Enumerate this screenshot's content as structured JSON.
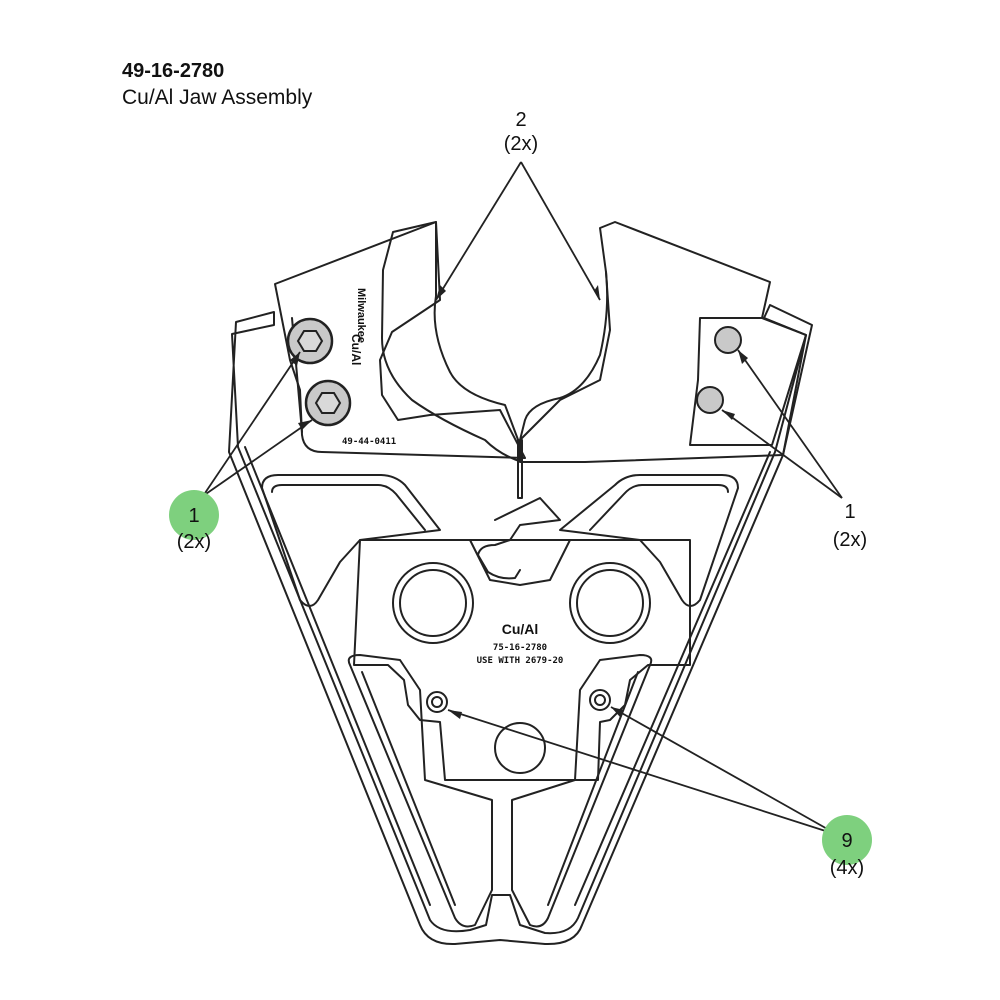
{
  "header": {
    "part_number": "49-16-2780",
    "description": "Cu/Al Jaw Assembly"
  },
  "colors": {
    "highlight": "#7ed07e",
    "line": "#222222",
    "bolt_fill": "#c9c9c9"
  },
  "callouts": {
    "top": {
      "number": "2",
      "qty": "(2x)"
    },
    "left": {
      "number": "1",
      "qty": "(2x)",
      "highlighted": true
    },
    "right": {
      "number": "1",
      "qty": "(2x)",
      "highlighted": false
    },
    "bottom_right": {
      "number": "9",
      "qty": "(4x)",
      "highlighted": true
    }
  },
  "engravings": {
    "jaw_brand": "Milwaukee",
    "jaw_label": "Cu/Al",
    "jaw_part": "49-44-0411",
    "die_label": "Cu/Al",
    "die_part": "75-16-2780",
    "die_use": "USE WITH 2679-20"
  }
}
